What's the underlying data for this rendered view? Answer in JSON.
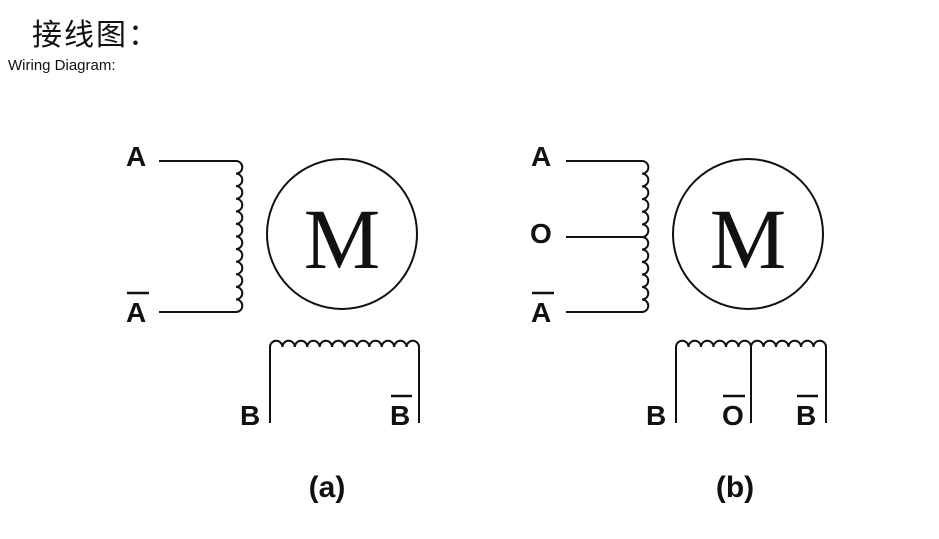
{
  "header": {
    "title_cn": "接线图：",
    "title_en": "Wiring Diagram:"
  },
  "diagram_a": {
    "motor_label": "M",
    "caption": "(a)",
    "terminals": {
      "a": "A",
      "a_bar": "A",
      "b": "B",
      "b_bar": "B"
    }
  },
  "diagram_b": {
    "motor_label": "M",
    "caption": "(b)",
    "terminals": {
      "a": "A",
      "o": "O",
      "a_bar": "A",
      "b": "B",
      "o_bar": "O",
      "b_bar": "B"
    }
  }
}
